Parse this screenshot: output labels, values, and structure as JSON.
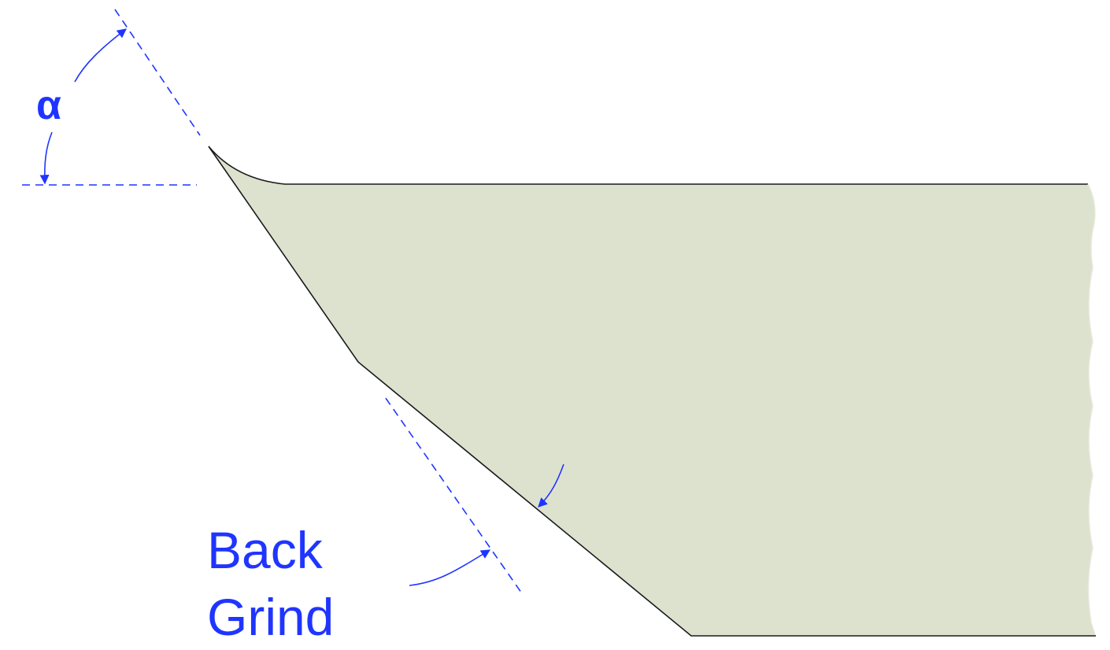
{
  "labels": {
    "angle": "α",
    "back_grind_line1": "Back",
    "back_grind_line2": "Grind"
  },
  "colors": {
    "annotation": "#1f35ff",
    "body_fill": "#dde2cf",
    "outline": "#1a1a1a",
    "background": "#ffffff"
  }
}
